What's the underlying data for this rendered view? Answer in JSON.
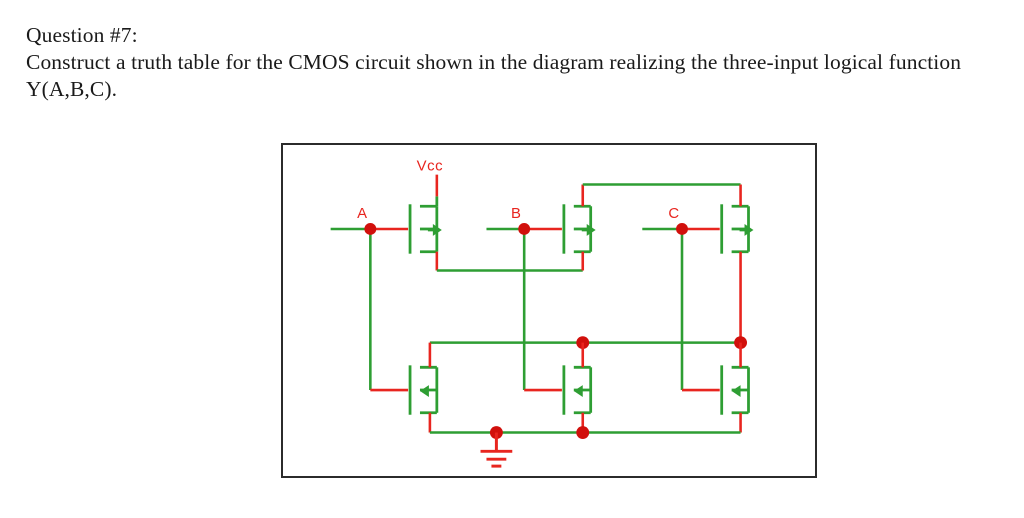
{
  "question": {
    "heading": "Question #7:",
    "body": "Construct a truth table for the CMOS circuit shown in the diagram realizing the three-input logical function Y(A,B,C)."
  },
  "diagram": {
    "title": "cmos-circuit-diagram",
    "supply_label": "Vcc",
    "ground_label": "ground-symbol",
    "inputs": [
      {
        "name": "A",
        "label": "A"
      },
      {
        "name": "B",
        "label": "B"
      },
      {
        "name": "C",
        "label": "C"
      }
    ],
    "transistors": [
      {
        "id": "pmos-a",
        "type": "PMOS",
        "gate": "A"
      },
      {
        "id": "pmos-b",
        "type": "PMOS",
        "gate": "B"
      },
      {
        "id": "pmos-c",
        "type": "PMOS",
        "gate": "C"
      },
      {
        "id": "nmos-a",
        "type": "NMOS",
        "gate": "A"
      },
      {
        "id": "nmos-b",
        "type": "NMOS",
        "gate": "B"
      },
      {
        "id": "nmos-c",
        "type": "NMOS",
        "gate": "C"
      }
    ],
    "colors": {
      "wire_green": "#2e9e33",
      "wire_red": "#e8251f",
      "node_dot": "#d1100c",
      "frame": "#2b2b2b",
      "text": "#1a1a1a"
    }
  }
}
